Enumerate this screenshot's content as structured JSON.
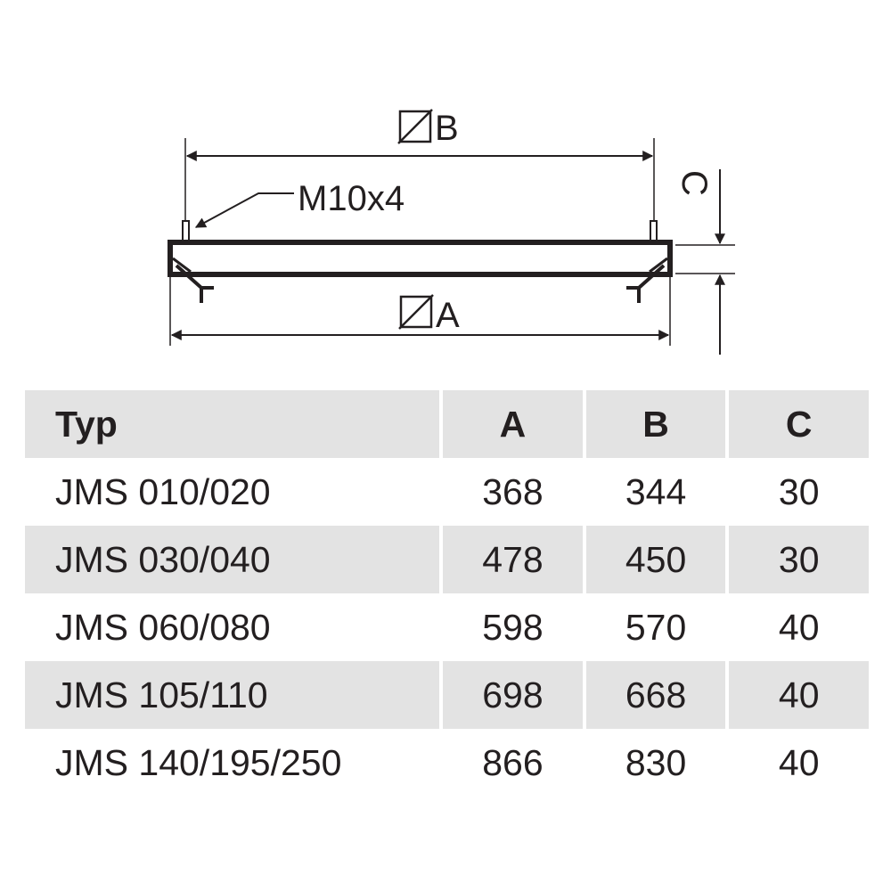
{
  "drawing": {
    "label_b": "B",
    "label_a": "A",
    "label_c": "C",
    "label_thread": "M10x4",
    "diameter_symbol_icon": "diameter-sign"
  },
  "table": {
    "headers": {
      "typ": "Typ",
      "a": "A",
      "b": "B",
      "c": "C"
    },
    "rows": [
      {
        "typ": "JMS 010/020",
        "a": "368",
        "b": "344",
        "c": "30"
      },
      {
        "typ": "JMS 030/040",
        "a": "478",
        "b": "450",
        "c": "30"
      },
      {
        "typ": "JMS 060/080",
        "a": "598",
        "b": "570",
        "c": "40"
      },
      {
        "typ": "JMS 105/110",
        "a": "698",
        "b": "668",
        "c": "40"
      },
      {
        "typ": "JMS 140/195/250",
        "a": "866",
        "b": "830",
        "c": "40"
      }
    ],
    "shade_color": "#e3e3e3"
  }
}
